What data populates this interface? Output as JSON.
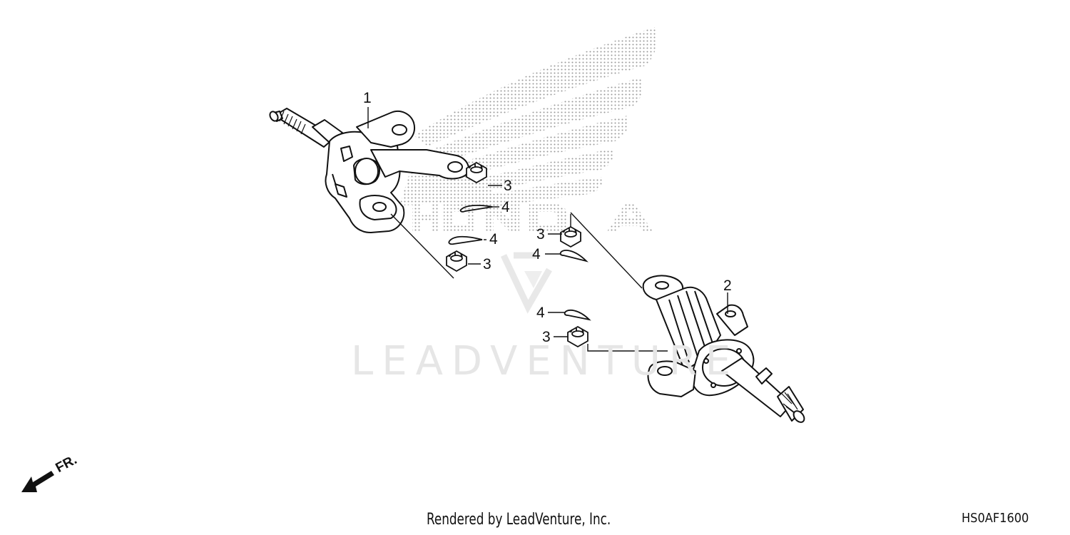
{
  "watermark": {
    "brand_text": "HONDA",
    "lead_text": "LEADVENTURE"
  },
  "callouts": {
    "part1": "1",
    "part2": "2",
    "part3_a": "3",
    "part3_b": "3",
    "part3_c": "3",
    "part3_d": "3",
    "part4_a": "4",
    "part4_b": "4",
    "part4_c": "4",
    "part4_d": "4"
  },
  "direction_label": "FR.",
  "footer": {
    "credit": "Rendered by LeadVenture, Inc.",
    "diagram_code": "HS0AF1600"
  },
  "colors": {
    "line": "#111111",
    "watermark_dots": "#9a9a9a",
    "watermark_text": "#e6e6e6"
  }
}
